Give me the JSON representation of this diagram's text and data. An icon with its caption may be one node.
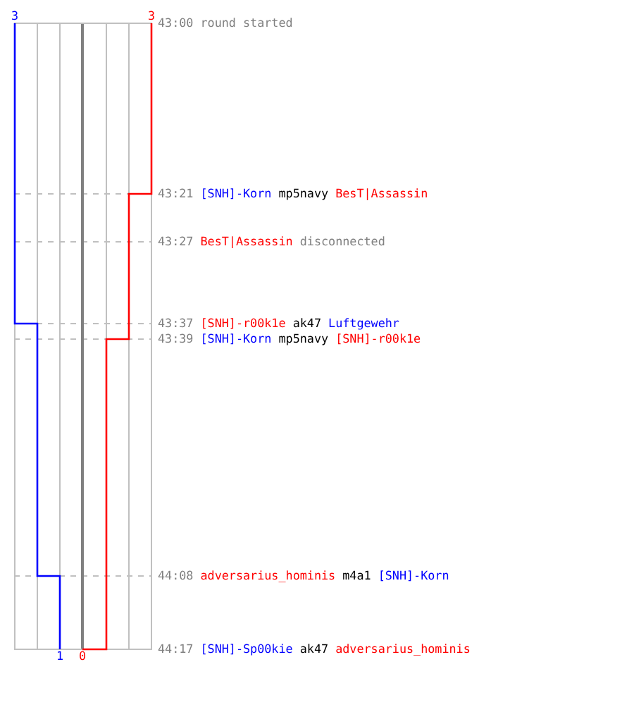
{
  "diagram": {
    "labels": [
      "3",
      "3",
      "43:00",
      "round started",
      "43:21",
      "[SNH]-Korn",
      "mp5navy",
      "BesT|Assassin",
      "43:27",
      "BesT|Assassin",
      "disconnected",
      "43:37",
      "[SNH]-r00k1e",
      "ak47",
      "Luftgewehr",
      "43:39",
      "[SNH]-Korn",
      "mp5navy",
      "[SNH]-r00k1e",
      "44:08",
      "adversarius_hominis",
      "m4a1",
      "[SNH]-Korn",
      "44:17",
      "[SNH]-Sp00kie",
      "ak47",
      "adversarius_hominis",
      "1",
      "0"
    ]
  }
}
